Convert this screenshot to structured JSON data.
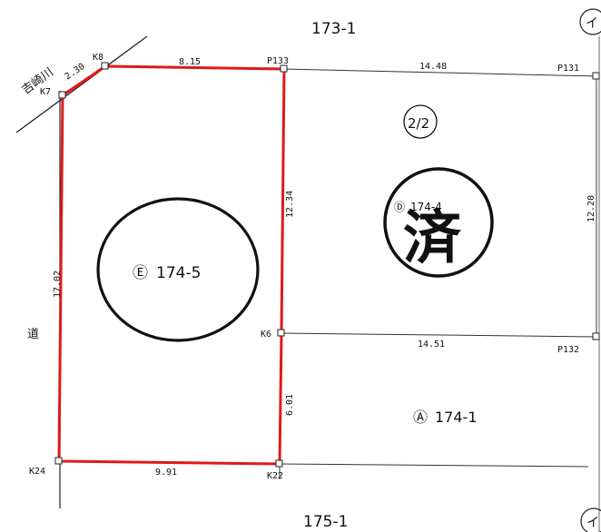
{
  "colors": {
    "boundary": "#e01919",
    "line": "#222222",
    "ink": "#111111"
  },
  "neighbors": {
    "top": "173-1",
    "bottom": "175-1"
  },
  "river": "吉崎川",
  "road": "道",
  "corner_marks": {
    "right_top": "イ",
    "right_bottom": "イ"
  },
  "points": {
    "k7": "K7",
    "k8": "K8",
    "p133": "P133",
    "p131": "P131",
    "k6": "K6",
    "p132": "P132",
    "k24": "K24",
    "k22": "K22"
  },
  "dimensions": {
    "k7_k8": "2.30",
    "k8_p133": "8.15",
    "p133_p131": "14.48",
    "p133_k6": "12.34",
    "p131_p132": "12.20",
    "k6_p132": "14.51",
    "k6_k22": "6.01",
    "k24_k7": "17.02",
    "k24_k22": "9.91"
  },
  "parcels": {
    "e": {
      "mark": "Ⓔ",
      "number": "174-5"
    },
    "d": {
      "mark": "Ⓓ",
      "number": "174-4"
    },
    "a": {
      "mark": "Ⓐ",
      "number": "174-1"
    }
  },
  "stamp": {
    "fraction": "2/2",
    "seal": "済"
  }
}
